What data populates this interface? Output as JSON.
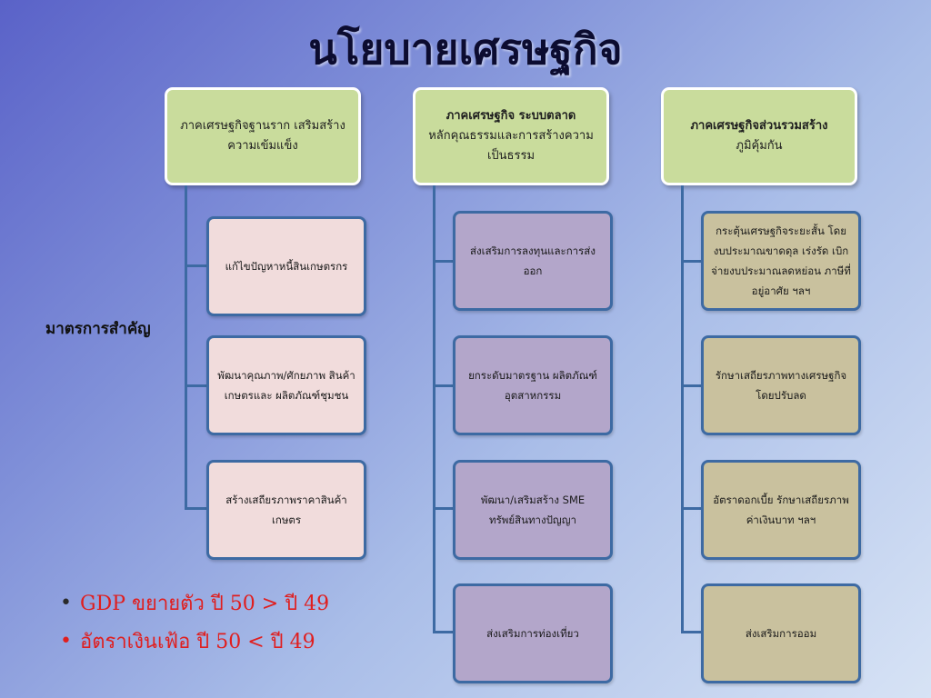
{
  "title": "นโยบายเศรษฐกิจ",
  "measures_label": "มาตรการสำคัญ",
  "columns": [
    {
      "header_lines": [
        {
          "text": "ภาคเศรษฐกิจฐานราก เสริมสร้าง",
          "bold": false
        },
        {
          "text": "ความเข้มแข็ง",
          "bold": false
        }
      ],
      "items": [
        "แก้ไขปัญหาหนี้สินเกษตรกร",
        "พัฒนาคุณภาพ/ศักยภาพ สินค้า เกษตรและ ผลิตภัณฑ์ชุมชน",
        "สร้างเสถียรภาพราคาสินค้า เกษตร"
      ]
    },
    {
      "header_lines": [
        {
          "text": "ภาคเศรษฐกิจ ระบบตลาด",
          "bold": true
        },
        {
          "text": "หลักคุณธรรมและการสร้างความ",
          "bold": false
        },
        {
          "text": "เป็นธรรม",
          "bold": false
        }
      ],
      "items": [
        "ส่งเสริมการลงทุนและการส่งออก",
        "ยกระดับมาตรฐาน ผลิตภัณฑ์อุตสาหกรรม",
        "พัฒนา/เสริมสร้าง SME ทรัพย์สินทางปัญญา",
        "ส่งเสริมการท่องเที่ยว"
      ]
    },
    {
      "header_lines": [
        {
          "text": "ภาคเศรษฐกิจส่วนรวมสร้าง",
          "bold": true
        },
        {
          "text": "ภูมิคุ้มกัน",
          "bold": false
        }
      ],
      "items": [
        "กระตุ้นเศรษฐกิจระยะสั้น โดย งบประมาณขาดดุล เร่งรัด เบิกจ่ายงบประมาณลดหย่อน ภาษีที่อยู่อาศัย ฯลฯ",
        "รักษาเสถียรภาพทางเศรษฐกิจ โดยปรับลด",
        "อัตราดอกเบี้ย รักษาเสถียรภาพ ค่าเงินบาท ฯลฯ",
        "ส่งเสริมการออม"
      ]
    }
  ],
  "bullets": [
    "GDP ขยายตัว ปี 50 > ปี 49",
    "อัตราเงินเฟ้อ ปี 50 < ปี 49"
  ],
  "colors": {
    "header_box": "#c9dc9c",
    "column1_box": "#f1dcdc",
    "column2_box": "#b3a6ca",
    "column3_box": "#c9c19e",
    "connector": "#3d6aa3",
    "bullet_text": "#e01e1e"
  }
}
